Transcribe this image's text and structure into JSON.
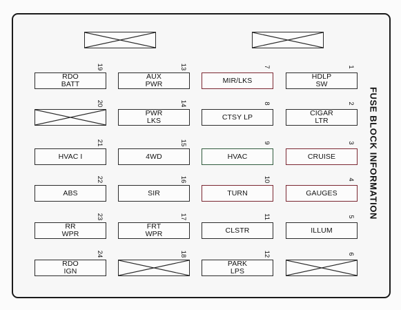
{
  "title": "FUSE BLOCK INFORMATION",
  "fuses": [
    {
      "n": "19",
      "lines": [
        "RDO",
        "BATT"
      ],
      "col": 0,
      "row": 0,
      "empty": false
    },
    {
      "n": "13",
      "lines": [
        "AUX",
        "PWR"
      ],
      "col": 1,
      "row": 0,
      "empty": false
    },
    {
      "n": "7",
      "lines": [
        "MIR/LKS"
      ],
      "col": 2,
      "row": 0,
      "empty": false,
      "accent": "red"
    },
    {
      "n": "1",
      "lines": [
        "HDLP",
        "SW"
      ],
      "col": 3,
      "row": 0,
      "empty": false
    },
    {
      "n": "20",
      "lines": [],
      "col": 0,
      "row": 1,
      "empty": true
    },
    {
      "n": "14",
      "lines": [
        "PWR",
        "LKS"
      ],
      "col": 1,
      "row": 1,
      "empty": false
    },
    {
      "n": "8",
      "lines": [
        "CTSY LP"
      ],
      "col": 2,
      "row": 1,
      "empty": false
    },
    {
      "n": "2",
      "lines": [
        "CIGAR",
        "LTR"
      ],
      "col": 3,
      "row": 1,
      "empty": false
    },
    {
      "n": "21",
      "lines": [
        "HVAC I"
      ],
      "col": 0,
      "row": 2,
      "empty": false
    },
    {
      "n": "15",
      "lines": [
        "4WD"
      ],
      "col": 1,
      "row": 2,
      "empty": false
    },
    {
      "n": "9",
      "lines": [
        "HVAC"
      ],
      "col": 2,
      "row": 2,
      "empty": false,
      "accent": "green"
    },
    {
      "n": "3",
      "lines": [
        "CRUISE"
      ],
      "col": 3,
      "row": 2,
      "empty": false,
      "accent": "red"
    },
    {
      "n": "22",
      "lines": [
        "ABS"
      ],
      "col": 0,
      "row": 3,
      "empty": false
    },
    {
      "n": "16",
      "lines": [
        "SIR"
      ],
      "col": 1,
      "row": 3,
      "empty": false
    },
    {
      "n": "10",
      "lines": [
        "TURN"
      ],
      "col": 2,
      "row": 3,
      "empty": false,
      "accent": "red"
    },
    {
      "n": "4",
      "lines": [
        "GAUGES"
      ],
      "col": 3,
      "row": 3,
      "empty": false,
      "accent": "red"
    },
    {
      "n": "23",
      "lines": [
        "RR",
        "WPR"
      ],
      "col": 0,
      "row": 4,
      "empty": false
    },
    {
      "n": "17",
      "lines": [
        "FRT",
        "WPR"
      ],
      "col": 1,
      "row": 4,
      "empty": false
    },
    {
      "n": "11",
      "lines": [
        "CLSTR"
      ],
      "col": 2,
      "row": 4,
      "empty": false
    },
    {
      "n": "5",
      "lines": [
        "ILLUM"
      ],
      "col": 3,
      "row": 4,
      "empty": false
    },
    {
      "n": "24",
      "lines": [
        "RDO",
        "IGN"
      ],
      "col": 0,
      "row": 5,
      "empty": false
    },
    {
      "n": "18",
      "lines": [],
      "col": 1,
      "row": 5,
      "empty": true
    },
    {
      "n": "12",
      "lines": [
        "PARK",
        "LPS"
      ],
      "col": 2,
      "row": 5,
      "empty": false
    },
    {
      "n": "6",
      "lines": [],
      "col": 3,
      "row": 5,
      "empty": true
    }
  ],
  "colors": {
    "accent_red": "#7a2630",
    "accent_green": "#2f5a3c",
    "outline": "#2a2a2a"
  }
}
